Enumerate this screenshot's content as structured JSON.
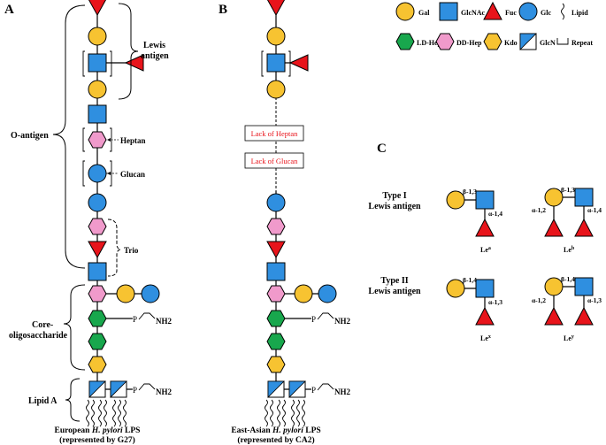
{
  "panels": {
    "a_label": "A",
    "b_label": "B",
    "c_label": "C"
  },
  "panel_a": {
    "lewis_label_line1": "Lewis",
    "lewis_label_line2": "antigen",
    "o_antigen": "O-antigen",
    "heptan": "Heptan",
    "glucan": "Glucan",
    "trio": "Trio",
    "core_line1": "Core-",
    "core_line2": "oligosaccharide",
    "lipid_a": "Lipid A",
    "nh2_core": "NH2",
    "nh2_lipid": "NH2",
    "p_core": "P",
    "p_lipid": "P",
    "caption_line1_pre": "European ",
    "caption_line1_ital": "H. pylori",
    "caption_line1_post": " LPS",
    "caption_line2": "(represented by G27)"
  },
  "panel_b": {
    "lack_heptan": "Lack of Heptan",
    "lack_glucan": "Lack of Glucan",
    "nh2_core": "NH2",
    "nh2_lipid": "NH2",
    "p_core": "P",
    "p_lipid": "P",
    "caption_line1_pre": "East-Asian ",
    "caption_line1_ital": "H. pylori",
    "caption_line1_post": " LPS",
    "caption_line2": "(represented by CA2)"
  },
  "legend": {
    "gal": "Gal",
    "glcnac": "GlcNAc",
    "fuc": "Fuc",
    "glc": "Glc",
    "lipid": "Lipid",
    "ld_hep": "LD-Hep",
    "dd_hep": "DD-Hep",
    "kdo": "Kdo",
    "glcn": "GlcN",
    "repeat": "Repeat"
  },
  "panel_c": {
    "type1_line1": "Type I",
    "type1_line2": "Lewis antigen",
    "type2_line1": "Type II",
    "type2_line2": "Lewis antigen",
    "b13": "β-1,3",
    "b14": "β-1,4",
    "a14": "α-1,4",
    "a13": "α-1,3",
    "a12": "α-1,2",
    "le_a_base": "Le",
    "le_a_sup": "a",
    "le_b_base": "Le",
    "le_b_sup": "b",
    "le_x_base": "Le",
    "le_x_sup": "x",
    "le_y_base": "Le",
    "le_y_sup": "y"
  },
  "colors": {
    "gal": "#F7C331",
    "glcnac": "#2F8FE0",
    "fuc": "#E8141B",
    "glc": "#2F8FE0",
    "ld_hep": "#18A74D",
    "dd_hep": "#F09ACB",
    "kdo": "#F7C331",
    "lack_text": "#E8141B"
  }
}
